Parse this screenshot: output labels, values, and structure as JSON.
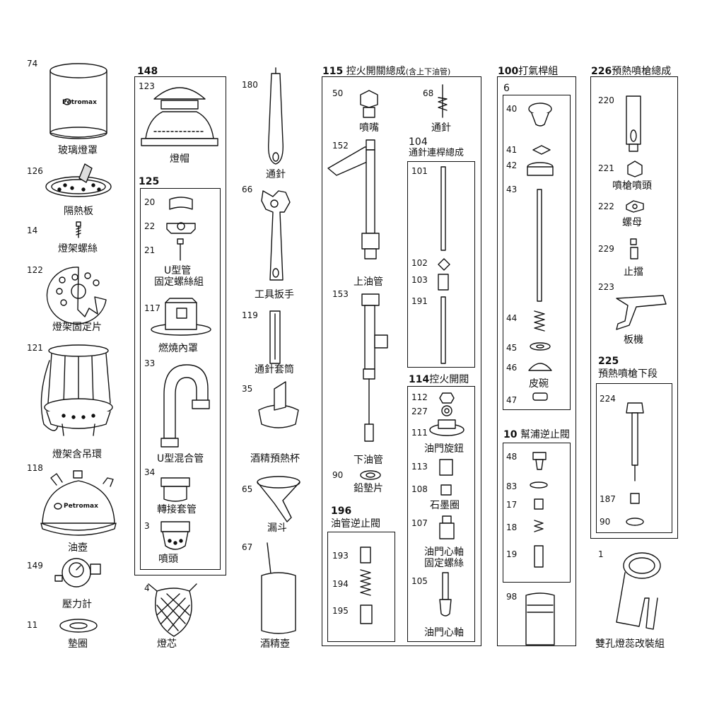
{
  "col1": {
    "n74": "74",
    "glass": "玻璃燈罩",
    "n126": "126",
    "shield": "隔熱板",
    "n14": "14",
    "screw": "燈架螺絲",
    "n122": "122",
    "bracket": "燈架固定片",
    "n121": "121",
    "frame": "燈架含吊環",
    "n118": "118",
    "tank": "油壺",
    "n149": "149",
    "gauge": "壓力計",
    "n11": "11",
    "washer": "墊圈",
    "brand": "Petromax"
  },
  "col2": {
    "g148": "148",
    "n123": "123",
    "hood": "燈帽",
    "g125": "125",
    "n20": "20",
    "n22": "22",
    "n21": "21",
    "uset": "U型管",
    "uset2": "固定螺絲組",
    "n117": "117",
    "inner": "燃燒內罩",
    "n33": "33",
    "mix": "U型混合管",
    "n34": "34",
    "adapter": "轉接套管",
    "n3": "3",
    "nozzle": "噴頭",
    "n4": "4",
    "mantle": "燈芯"
  },
  "col3": {
    "n180": "180",
    "needle": "通針",
    "n66": "66",
    "wrench": "工具扳手",
    "n119": "119",
    "sleeve": "通針套筒",
    "n35": "35",
    "cup": "酒精預熱杯",
    "n65": "65",
    "funnel": "漏斗",
    "n67": "67",
    "bottle": "酒精壺"
  },
  "col4": {
    "g115": "115",
    "t115": "控火開關總成",
    "t115s": "(含上下油管)",
    "n50": "50",
    "jet": "噴嘴",
    "n68": "68",
    "pin": "通針",
    "n152": "152",
    "upper": "上油管",
    "g104": "104",
    "t104": "通針連桿總成",
    "n101": "101",
    "n102": "102",
    "n103": "103",
    "n191": "191",
    "n153": "153",
    "lower": "下油管",
    "g114": "114",
    "t114": "控火開閥",
    "n112": "112",
    "n227": "227",
    "n111": "111",
    "knob": "油門旋鈕",
    "n113": "113",
    "n108": "108",
    "graphite": "石墨圈",
    "n107": "107",
    "spindle": "油門心軸",
    "spindle2": "固定螺絲",
    "n105": "105",
    "spindle3": "油門心軸",
    "n90": "90",
    "lead": "鉛墊片",
    "g196": "196",
    "t196": "油管逆止閥",
    "n193": "193",
    "n194": "194",
    "n195": "195"
  },
  "col5": {
    "g100": "100",
    "t100": "打氣桿組",
    "g6": "6",
    "n40": "40",
    "n41": "41",
    "n42": "42",
    "n43": "43",
    "n44": "44",
    "n45": "45",
    "n46": "46",
    "leather": "皮碗",
    "n47": "47",
    "g10": "10",
    "t10": "幫浦逆止閥",
    "n48": "48",
    "n83": "83",
    "n17": "17",
    "n18": "18",
    "n19": "19",
    "n98": "98"
  },
  "col6": {
    "g226": "226",
    "t226": "預熱噴槍總成",
    "n220": "220",
    "n221": "221",
    "tip": "噴槍噴頭",
    "n222": "222",
    "nut": "螺母",
    "n229": "229",
    "stop": "止擋",
    "n223": "223",
    "lever": "板機",
    "g225": "225",
    "t225": "預熱噴槍下段",
    "n224": "224",
    "n187": "187",
    "n90": "90",
    "n1": "1",
    "holder": "雙孔燈蕊改裝組"
  }
}
